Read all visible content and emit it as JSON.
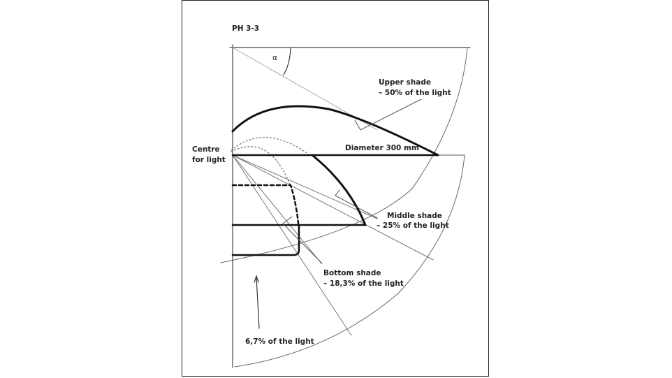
{
  "title": "PH 3-3",
  "angle_symbol": "α",
  "labels": {
    "upper_shade": "Upper shade",
    "upper_shade_pct": "– 50% of the light",
    "diameter": "Diameter 300 mm",
    "centre_line1": "Centre",
    "centre_line2": "for light",
    "middle_shade": "Middle shade",
    "middle_shade_pct": "– 25% of the light",
    "bottom_shade": "Bottom shade",
    "bottom_shade_pct": "– 18,3% of the light",
    "direct_light": "6,7% of the light"
  }
}
